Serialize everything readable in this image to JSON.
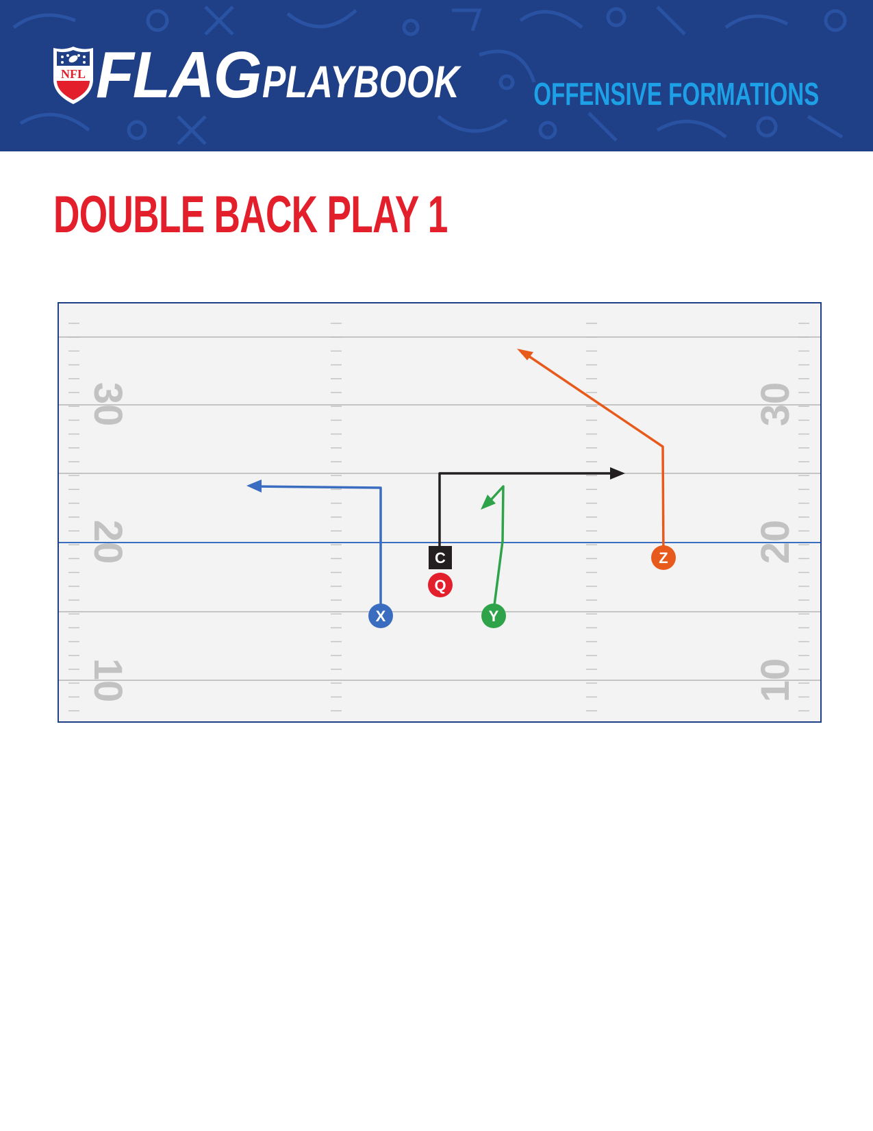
{
  "header": {
    "logo_text": "NFL",
    "brand": "FLAG",
    "product": "PLAYBOOK",
    "section": "OFFENSIVE FORMATIONS"
  },
  "play": {
    "title": "DOUBLE BACK PLAY 1"
  },
  "field": {
    "yard_numbers": [
      "30",
      "20",
      "10"
    ]
  },
  "players": [
    {
      "id": "C",
      "role": "center",
      "shape": "square",
      "color": "#231f20"
    },
    {
      "id": "Q",
      "role": "quarterback",
      "shape": "circle",
      "color": "#e31f2c"
    },
    {
      "id": "X",
      "role": "receiver",
      "shape": "circle",
      "color": "#3a6cc0"
    },
    {
      "id": "Y",
      "role": "receiver",
      "shape": "circle",
      "color": "#2ea34a"
    },
    {
      "id": "Z",
      "role": "receiver",
      "shape": "circle",
      "color": "#e85a1b"
    }
  ],
  "colors": {
    "header_bg": "#1f3f87",
    "title_red": "#e31f2c",
    "section_blue": "#1ea0e6",
    "field_bg": "#f3f3f3",
    "field_border": "#1f3f87",
    "scrimmage": "#3a6cc0"
  }
}
